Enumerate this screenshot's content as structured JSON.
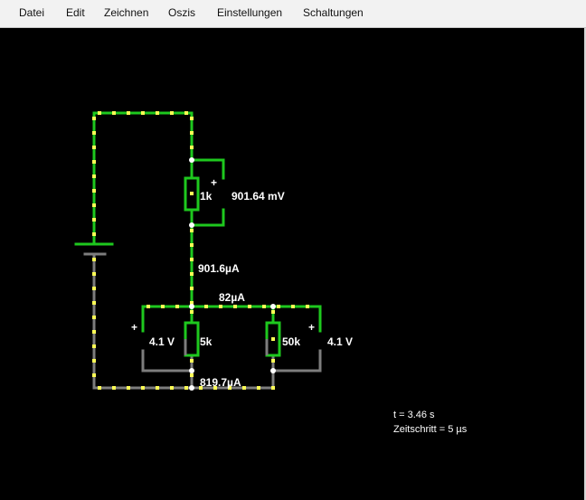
{
  "menubar": {
    "items": [
      "Datei",
      "Edit",
      "Zeichnen",
      "Oszis",
      "Einstellungen",
      "Schaltungen"
    ]
  },
  "circuit": {
    "r1": {
      "value": "1k",
      "voltage": "901.64 mV",
      "plus": "+"
    },
    "current_main": "901.6µA",
    "current_r3": "82µA",
    "r2": {
      "value": "5k",
      "voltage": "4.1 V",
      "plus": "+"
    },
    "r3": {
      "value": "50k",
      "voltage": "4.1 V",
      "plus": "+"
    },
    "current_r2": "819.7µA"
  },
  "status": {
    "time": "t = 3.46 s",
    "timestep": "Zeitschritt = 5 µs"
  },
  "colors": {
    "wire_active": "#1ec81e",
    "wire_ground": "#7d7d7d",
    "current_dot": "#ffff55",
    "node": "#ffffff",
    "background": "#000000"
  }
}
